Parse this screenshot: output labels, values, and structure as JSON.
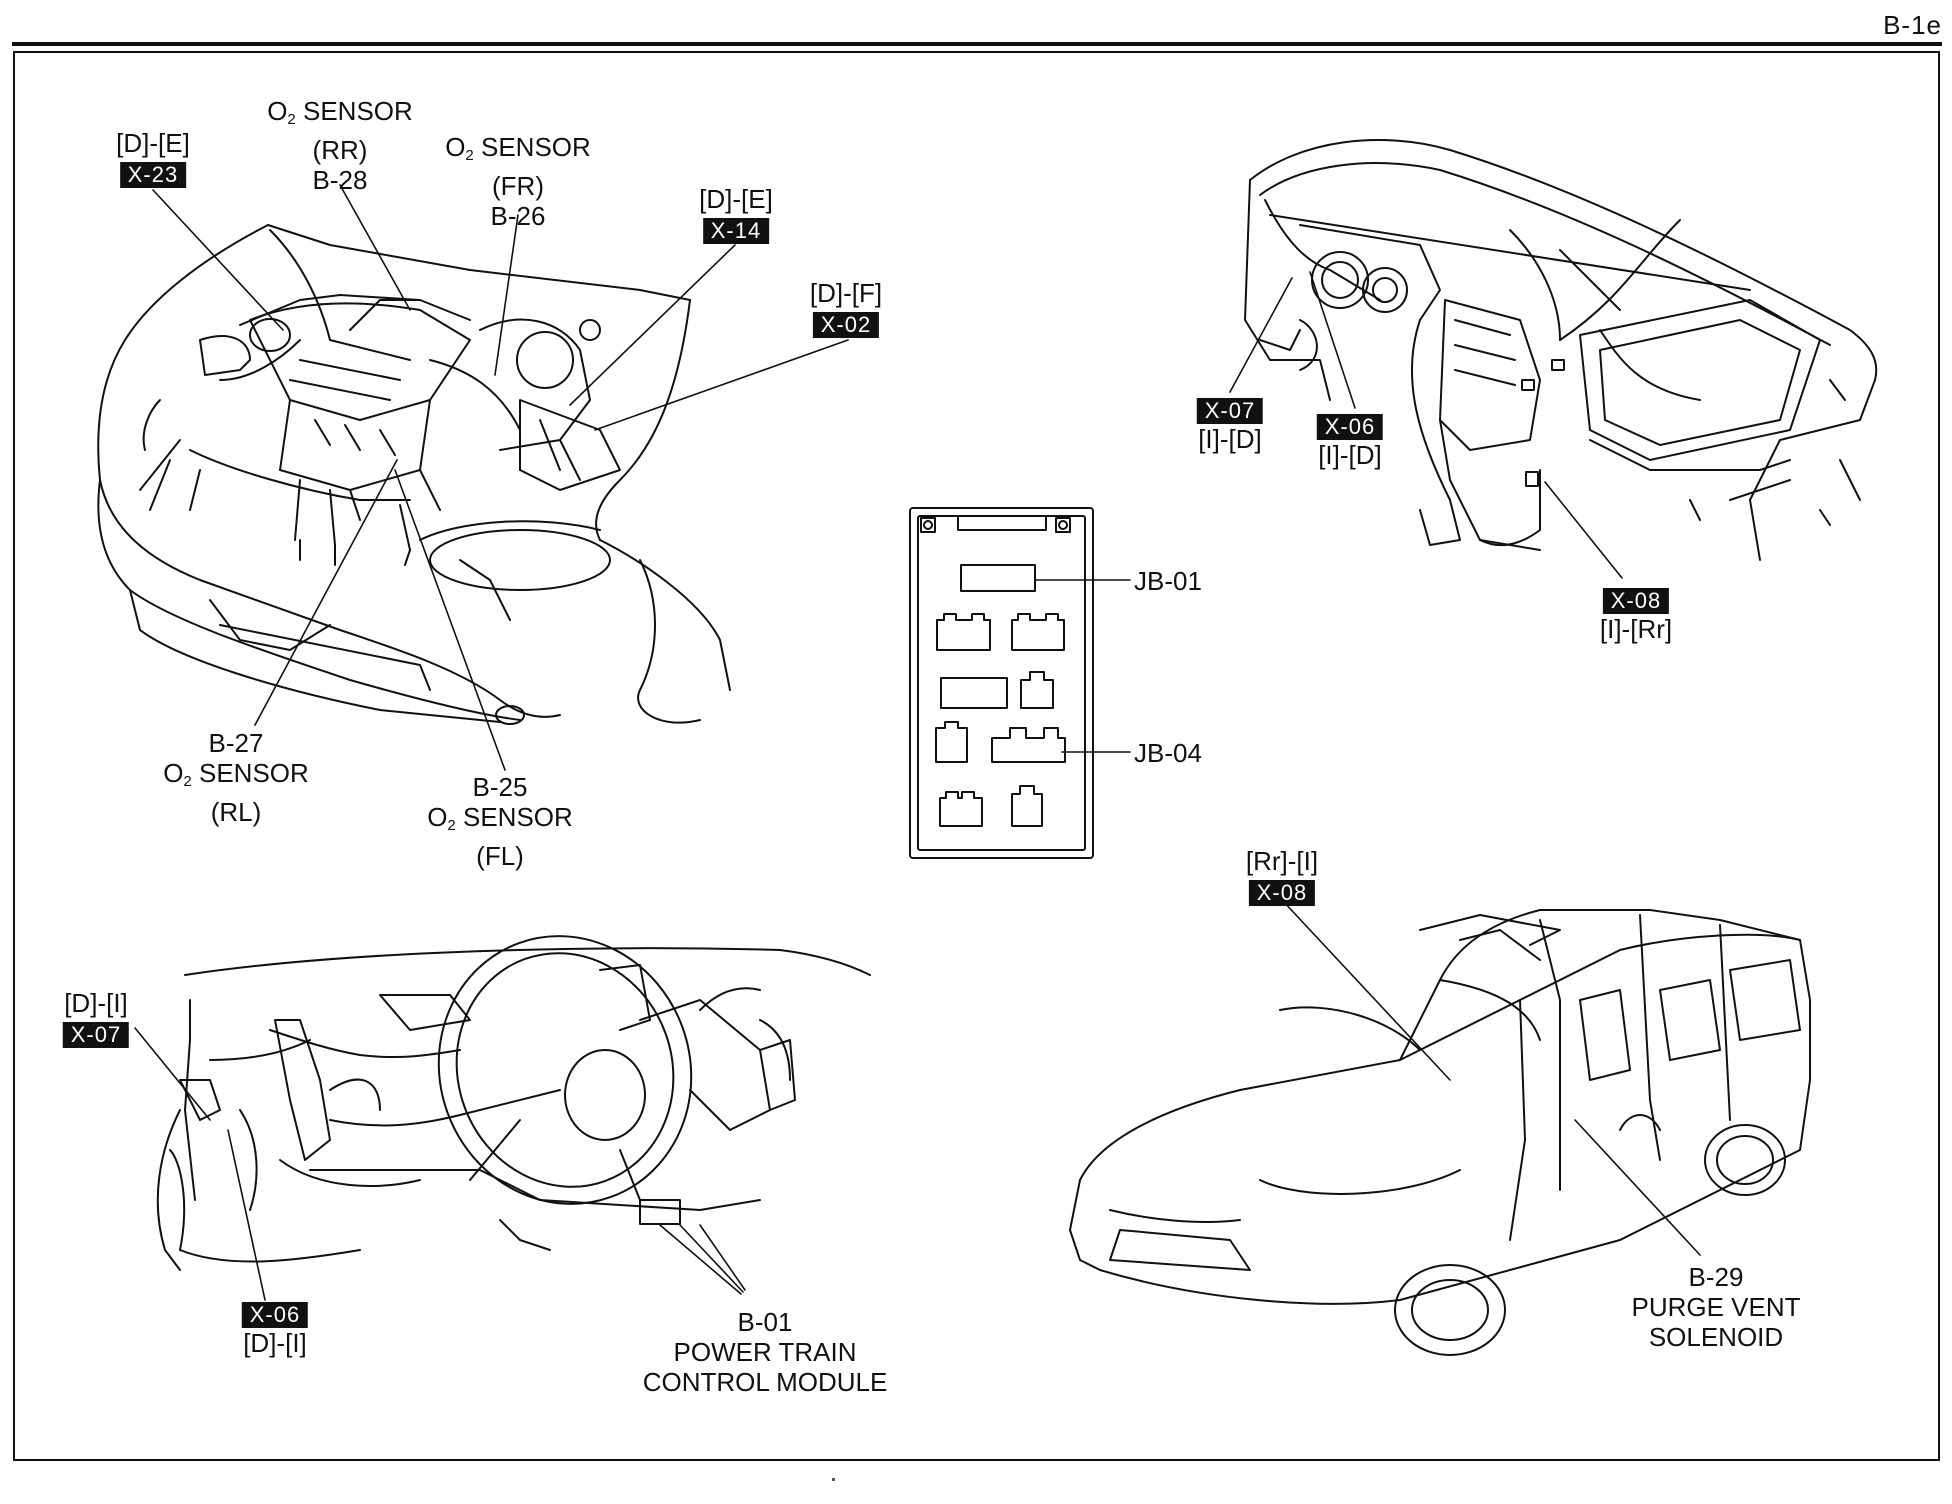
{
  "page_code": "B-1e",
  "engine_view": {
    "x23": {
      "pos": "[D]-[E]",
      "code": "X-23"
    },
    "o2_rr": {
      "name": "O",
      "sub": "2",
      "name2": " SENSOR",
      "side": "(RR)",
      "code": "B-28"
    },
    "o2_fr": {
      "name": "O",
      "sub": "2",
      "name2": " SENSOR",
      "side": "(FR)",
      "code": "B-26"
    },
    "x14": {
      "pos": "[D]-[E]",
      "code": "X-14"
    },
    "x02": {
      "pos": "[D]-[F]",
      "code": "X-02"
    },
    "o2_rl": {
      "code": "B-27",
      "name": "O",
      "sub": "2",
      "name2": " SENSOR",
      "side": "(RL)"
    },
    "o2_fl": {
      "code": "B-25",
      "name": "O",
      "sub": "2",
      "name2": " SENSOR",
      "side": "(FL)"
    }
  },
  "junction_box": {
    "jb01": "JB-01",
    "jb04": "JB-04"
  },
  "dash_view": {
    "x07": {
      "code": "X-07",
      "pos": "[I]-[D]"
    },
    "x06": {
      "code": "X-06",
      "pos": "[I]-[D]"
    },
    "x08": {
      "code": "X-08",
      "pos": "[I]-[Rr]"
    }
  },
  "interior_view": {
    "x07": {
      "pos": "[D]-[I]",
      "code": "X-07"
    },
    "x06": {
      "code": "X-06",
      "pos": "[D]-[I]"
    },
    "b01": {
      "code": "B-01",
      "line1": "POWER TRAIN",
      "line2": "CONTROL MODULE"
    }
  },
  "vehicle_view": {
    "x08": {
      "pos": "[Rr]-[I]",
      "code": "X-08"
    },
    "b29": {
      "code": "B-29",
      "line1": "PURGE VENT",
      "line2": "SOLENOID"
    }
  }
}
